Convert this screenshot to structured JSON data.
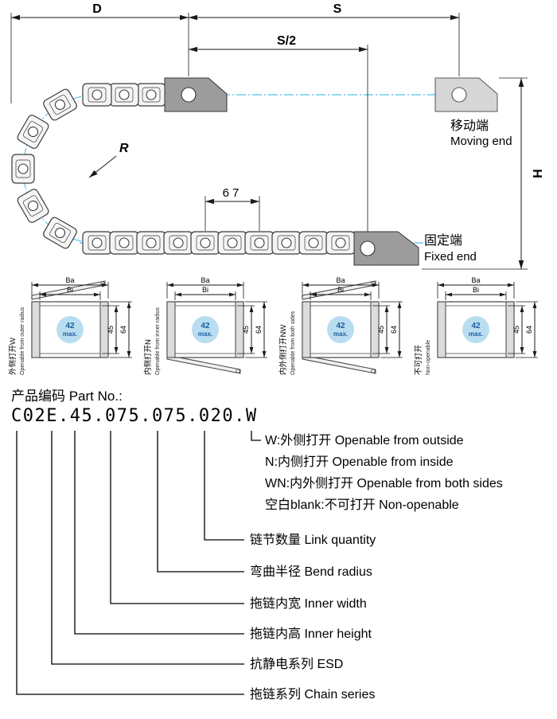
{
  "drawing": {
    "dim_d": "D",
    "dim_s": "S",
    "dim_s_half": "S/2",
    "dim_r": "R",
    "dim_h": "H",
    "dim_pitch": "67",
    "moving_end_cn": "移动端",
    "moving_end_en": "Moving end",
    "fixed_end_cn": "固定端",
    "fixed_end_en": "Fixed end"
  },
  "cross": {
    "ba": "Ba",
    "bi": "Bi",
    "inner_height": "45",
    "outer_height": "64",
    "max_value": "42",
    "max_label": "max."
  },
  "sections": [
    {
      "cn": "外侧打开W",
      "en": "Openable from outer radius"
    },
    {
      "cn": "内侧打开N",
      "en": "Openable from inner radius"
    },
    {
      "cn": "内外侧打开NW",
      "en": "Openable from both sides"
    },
    {
      "cn": "不可打开",
      "en": "Non-openable"
    }
  ],
  "part": {
    "title": "产品编码 Part No.:",
    "code": "C02E.45.075.075.020.W",
    "options": [
      "W:外侧打开 Openable from outside",
      "N:内侧打开 Openable from inside",
      "WN:内外侧打开 Openable from both sides",
      "空白blank:不可打开 Non-openable"
    ],
    "legend": [
      "链节数量 Link quantity",
      "弯曲半径 Bend radius",
      "拖链内宽 Inner width",
      "拖链内高 Inner height",
      "抗静电系列 ESD",
      "拖链系列 Chain series"
    ]
  },
  "colors": {
    "centerline": "#2ab0e8",
    "max_circle_fill": "#b9ddf0",
    "max_circle_text": "#1a5f9e",
    "bracket_gray": "#9c9c9c",
    "ghost_bracket_gray": "#d6d6d6"
  }
}
